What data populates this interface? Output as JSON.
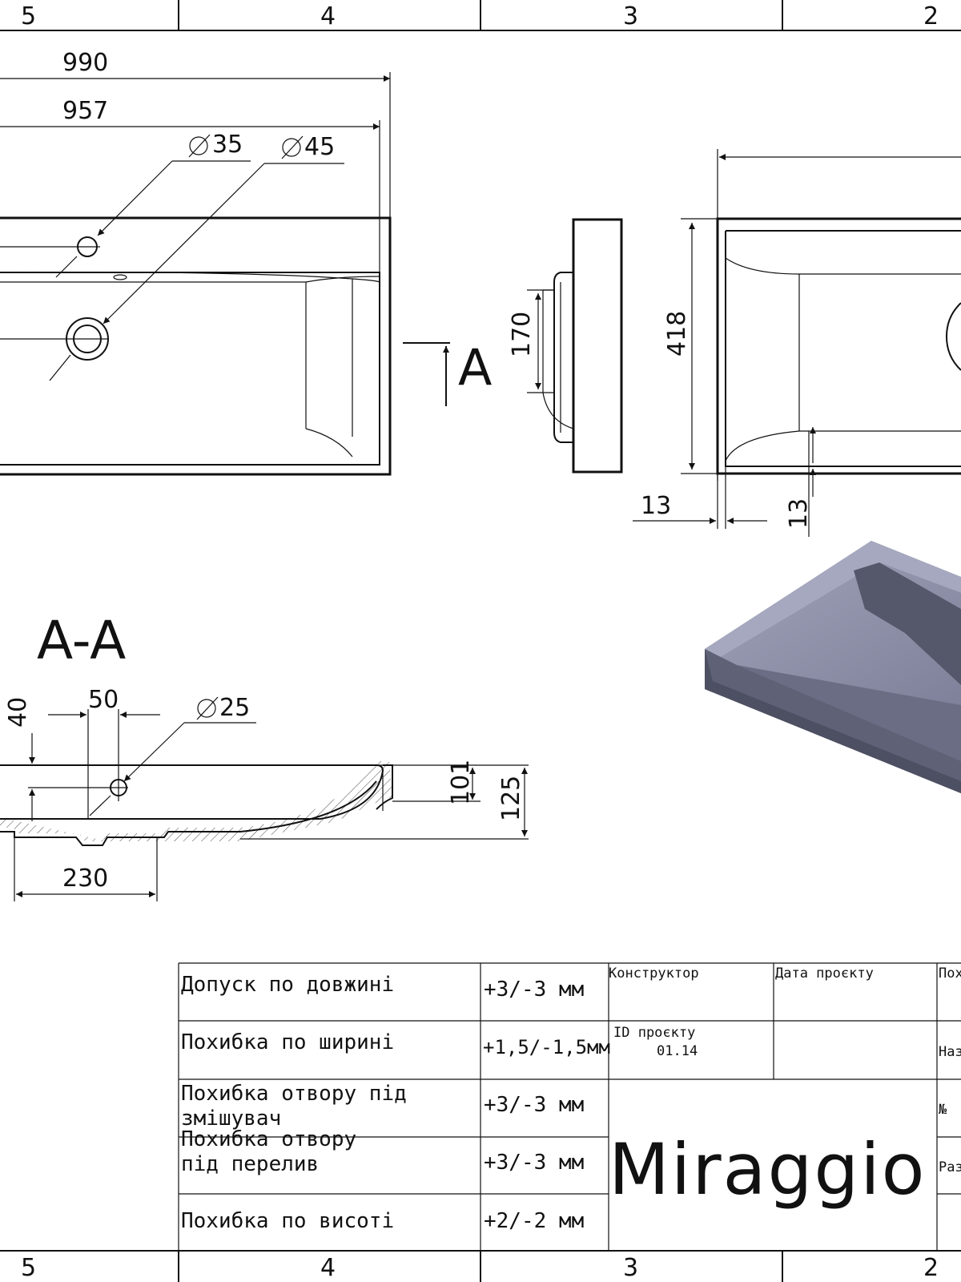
{
  "zones": [
    "5",
    "4",
    "3",
    "2"
  ],
  "dimensions": {
    "length_overall": "990",
    "length_inner": "957",
    "hole_small": "35",
    "hole_large": "45",
    "section_mark": "A",
    "side_depth": "170",
    "width": "418",
    "rim_left": "13",
    "rim_bottom": "13",
    "section_title": "A-A",
    "overflow_offset": "50",
    "overflow_height": "40",
    "overflow_diameter": "25",
    "height_inner": "101",
    "height_total": "125",
    "drain_offset": "230",
    "diameter_symbol": "⌀"
  },
  "title_block": {
    "tolerances": [
      {
        "param": [
          "Допуск по довжині"
        ],
        "value": "+3/-3 мм"
      },
      {
        "param": [
          "Похибка по ширині"
        ],
        "value": "+1,5/-1,5мм"
      },
      {
        "param": [
          "Похибка отвору під",
          "змішувач"
        ],
        "value": "+3/-3 мм"
      },
      {
        "param": [
          "Похибка отвору",
          "під перелив"
        ],
        "value": "+3/-3 мм"
      },
      {
        "param": [
          "Похибка по висоті"
        ],
        "value": "+2/-2 мм"
      }
    ],
    "designer_label": "Конструктор",
    "date_label": "Дата проєкту",
    "project_id_label": "ID проєкту",
    "project_id_value": "01.14",
    "brand": "Miraggio",
    "right_labels": [
      "Пох",
      "Наз",
      "№",
      "Раз"
    ]
  },
  "colors": {
    "render_top": "#9a9db4",
    "render_inner": "#8c8fa8",
    "render_side": "#6c6f86",
    "render_dark": "#4e5063"
  }
}
